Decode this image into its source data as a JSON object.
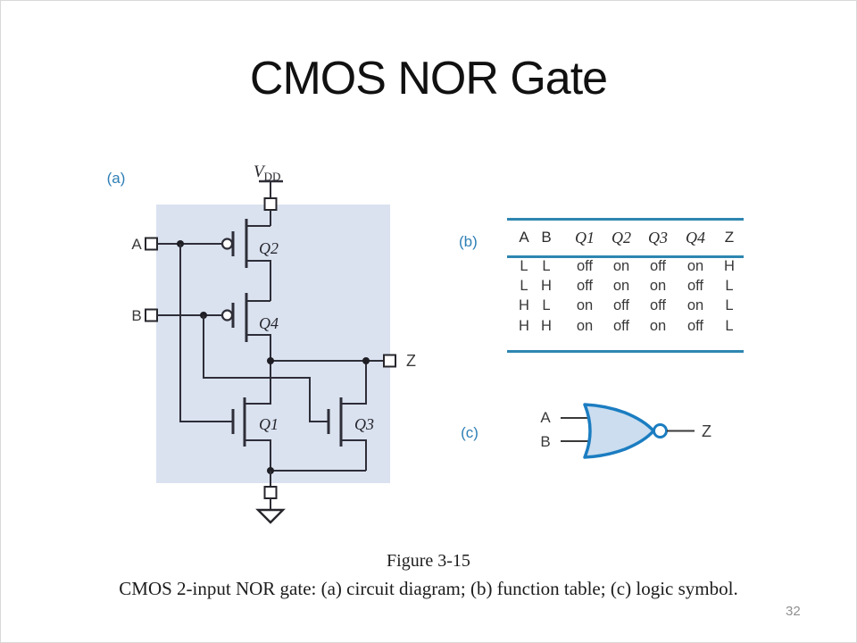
{
  "slide": {
    "title": "CMOS NOR Gate",
    "figure_label": "Figure 3-15",
    "figure_caption": "CMOS 2-input NOR gate: (a) circuit diagram; (b) function table; (c) logic symbol.",
    "page_number": "32"
  },
  "colors": {
    "accent_blue": "#2e7fb5",
    "table_rule_blue": "#2e86b0",
    "gate_outline_blue": "#1b7dc1",
    "gate_fill_blue": "#cbddef",
    "circuit_box_fill": "#dae2f0",
    "wire_dark": "#2e2e38",
    "page_number_gray": "#909090"
  },
  "circuit": {
    "panel_label": "(a)",
    "vdd_label": "V",
    "vdd_subscript": "DD",
    "input_a_label": "A",
    "input_b_label": "B",
    "output_label": "Z",
    "transistors": {
      "q1": "Q1",
      "q2": "Q2",
      "q3": "Q3",
      "q4": "Q4"
    }
  },
  "function_table": {
    "panel_label": "(b)",
    "headers": [
      "A",
      "B",
      "Q1",
      "Q2",
      "Q3",
      "Q4",
      "Z"
    ],
    "rows": [
      [
        "L",
        "L",
        "off",
        "on",
        "off",
        "on",
        "H"
      ],
      [
        "L",
        "H",
        "off",
        "on",
        "on",
        "off",
        "L"
      ],
      [
        "H",
        "L",
        "on",
        "off",
        "off",
        "on",
        "L"
      ],
      [
        "H",
        "H",
        "on",
        "off",
        "on",
        "off",
        "L"
      ]
    ]
  },
  "logic_symbol": {
    "panel_label": "(c)",
    "input_a_label": "A",
    "input_b_label": "B",
    "output_label": "Z"
  }
}
